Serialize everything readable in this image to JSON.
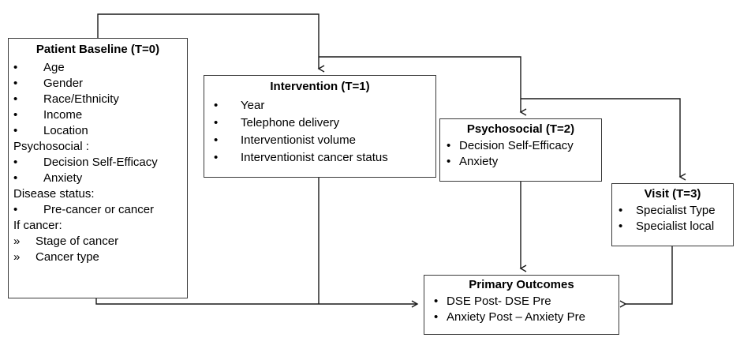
{
  "diagram": {
    "type": "flow-diagram",
    "stroke_color": "#3a3a3a",
    "background_color": "#ffffff",
    "nodes": [
      {
        "id": "patient_baseline",
        "title": "Patient Baseline (T=0)",
        "items": [
          {
            "marker": "•",
            "text": "Age"
          },
          {
            "marker": "•",
            "text": "Gender"
          },
          {
            "marker": "•",
            "text": "Race/Ethnicity"
          },
          {
            "marker": "•",
            "text": "Income"
          },
          {
            "marker": "•",
            "text": "Location"
          },
          {
            "marker": "",
            "text": "Psychosocial :"
          },
          {
            "marker": "•",
            "text": "Decision Self-Efficacy"
          },
          {
            "marker": "•",
            "text": "Anxiety"
          },
          {
            "marker": "",
            "text": "Disease status:"
          },
          {
            "marker": "•",
            "text": "Pre-cancer or cancer"
          },
          {
            "marker": "",
            "text": "If cancer:"
          },
          {
            "marker": "»",
            "text": "Stage of cancer"
          },
          {
            "marker": "»",
            "text": "Cancer type"
          }
        ]
      },
      {
        "id": "intervention",
        "title": "Intervention (T=1)",
        "items": [
          {
            "marker": "•",
            "text": "Year"
          },
          {
            "marker": "•",
            "text": "Telephone delivery"
          },
          {
            "marker": "•",
            "text": "Interventionist volume"
          },
          {
            "marker": "•",
            "text": "Interventionist cancer status"
          }
        ]
      },
      {
        "id": "psychosocial",
        "title": "Psychosocial  (T=2)",
        "items": [
          {
            "marker": "•",
            "text": "Decision Self-Efficacy"
          },
          {
            "marker": "•",
            "text": "Anxiety"
          }
        ]
      },
      {
        "id": "visit",
        "title": "Visit (T=3)",
        "items": [
          {
            "marker": "•",
            "text": "Specialist Type"
          },
          {
            "marker": "•",
            "text": "Specialist local"
          }
        ]
      },
      {
        "id": "primary_outcomes",
        "title": "Primary Outcomes",
        "items": [
          {
            "marker": "•",
            "text": "DSE Post- DSE Pre"
          },
          {
            "marker": "•",
            "text": "Anxiety Post – Anxiety Pre"
          }
        ]
      }
    ],
    "edges": [
      {
        "id": "baseline-to-intervention",
        "from": "patient_baseline",
        "to": "intervention"
      },
      {
        "id": "baseline-to-psychosocial",
        "from": "patient_baseline",
        "to": "psychosocial"
      },
      {
        "id": "baseline-to-visit",
        "from": "patient_baseline",
        "to": "visit"
      },
      {
        "id": "baseline-to-primary-outcomes",
        "from": "patient_baseline",
        "to": "primary_outcomes"
      },
      {
        "id": "intervention-to-primary-outcomes",
        "from": "intervention",
        "to": "primary_outcomes"
      },
      {
        "id": "psychosocial-to-primary-outcomes",
        "from": "psychosocial",
        "to": "primary_outcomes"
      },
      {
        "id": "visit-to-primary-outcomes",
        "from": "visit",
        "to": "primary_outcomes"
      }
    ]
  }
}
